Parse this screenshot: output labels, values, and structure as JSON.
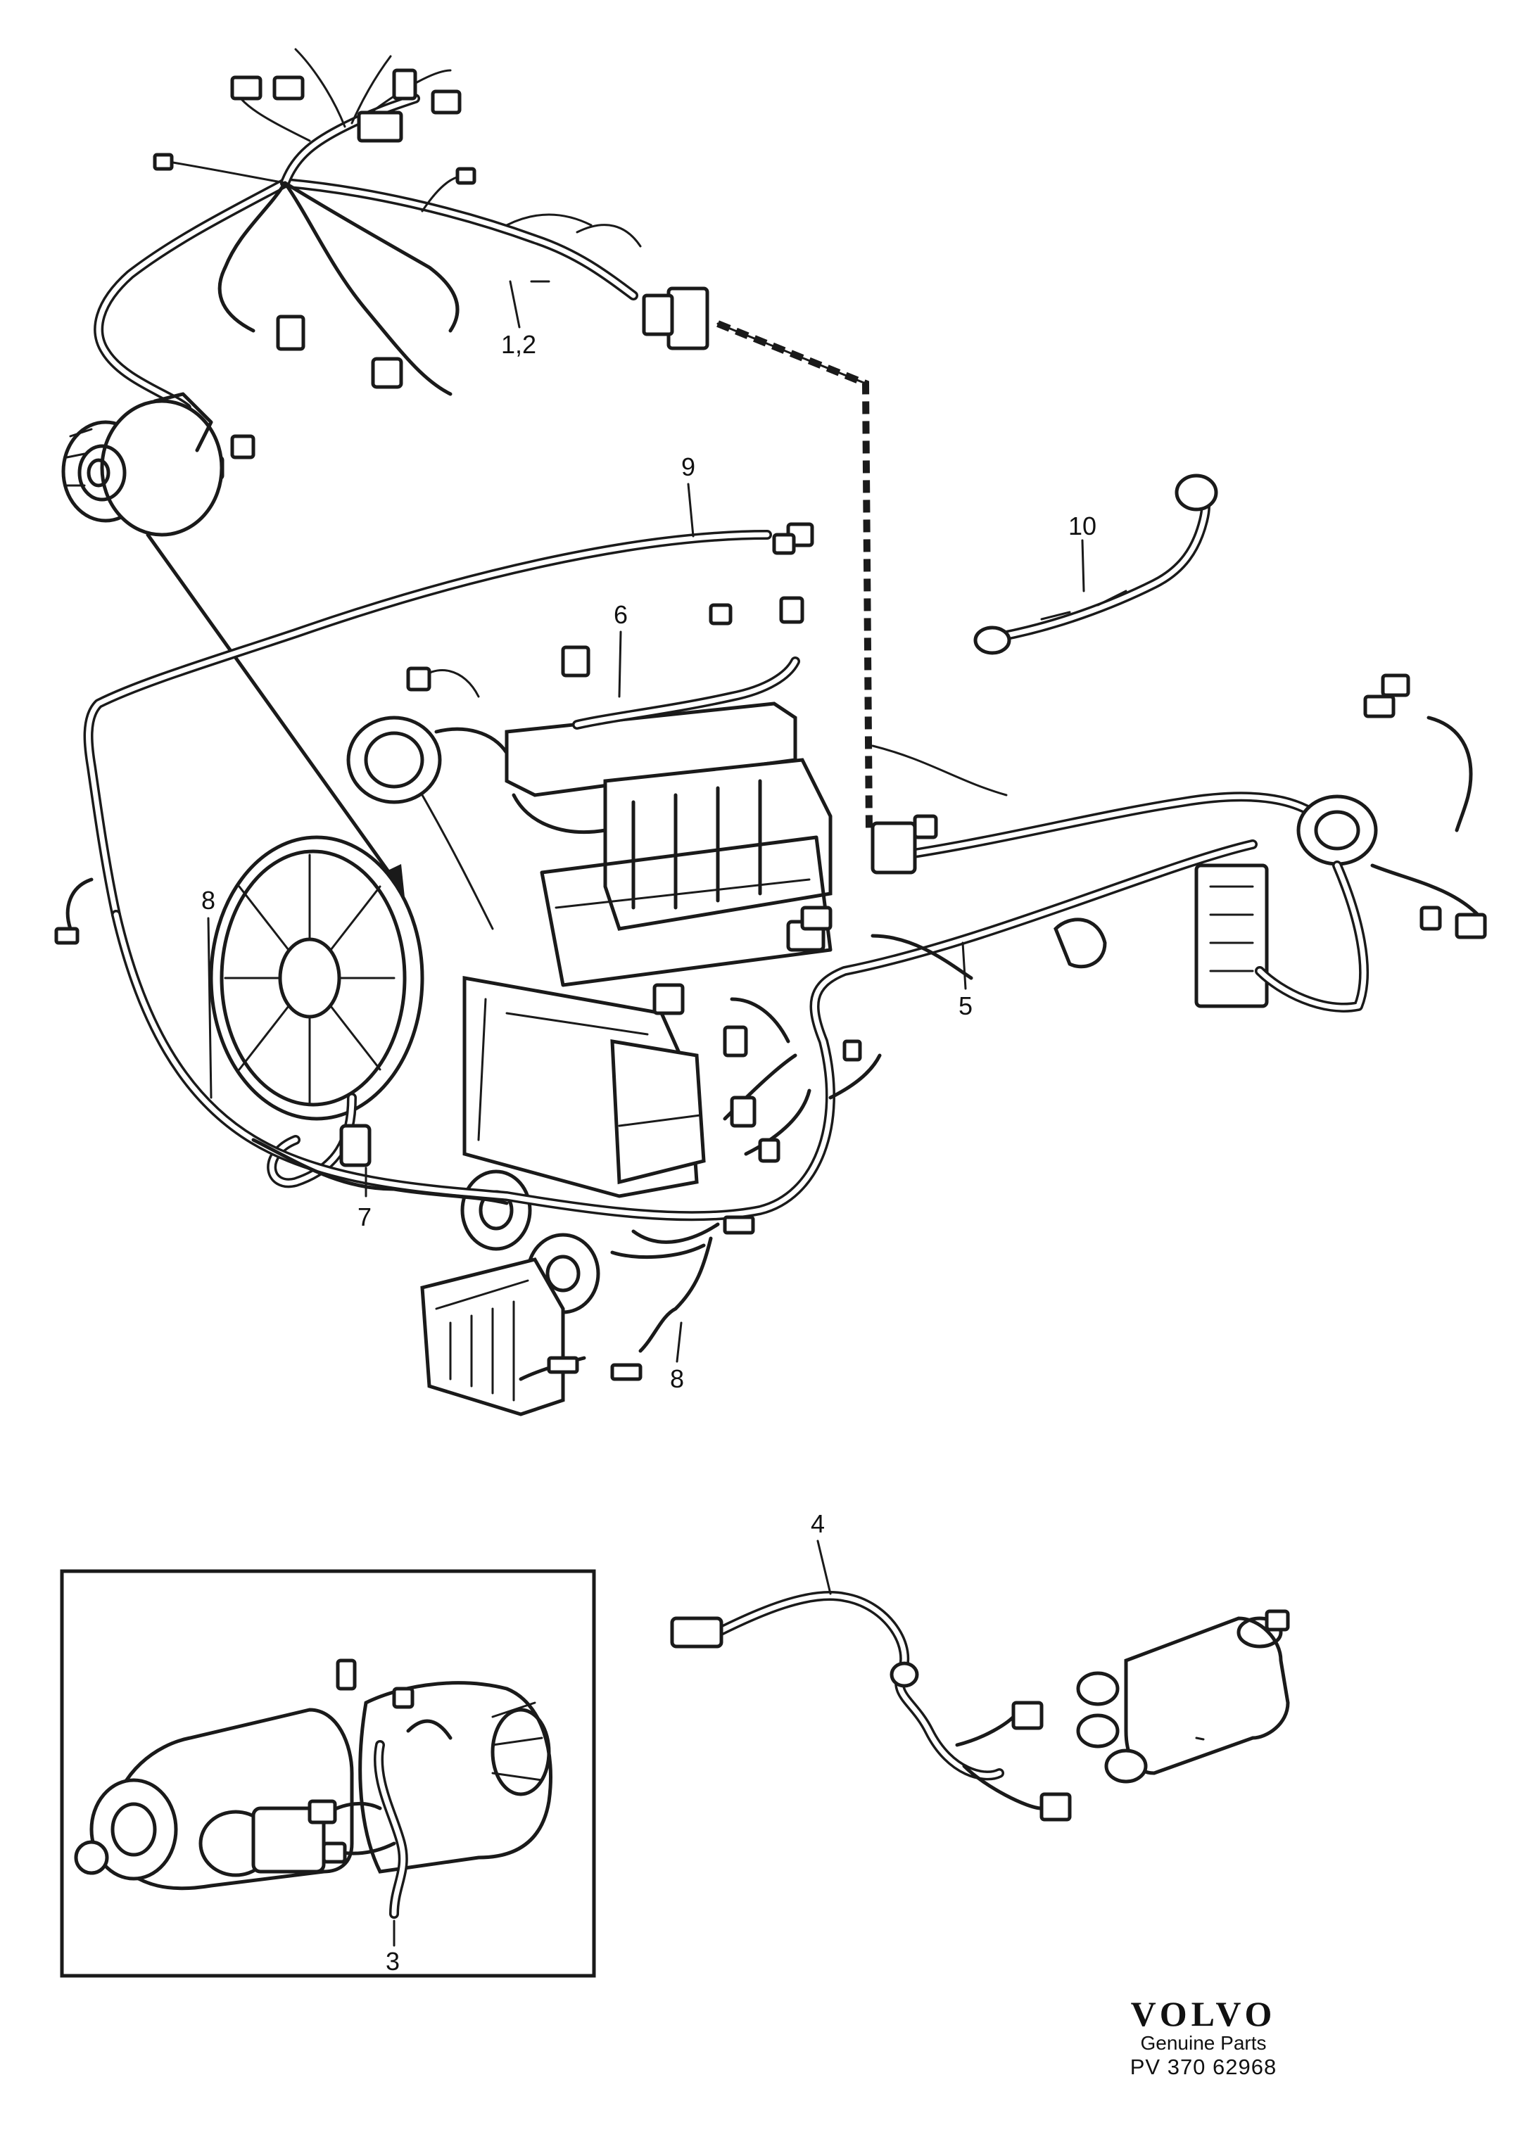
{
  "callouts": {
    "harness_main": "1,2",
    "starter_harness": "3",
    "ignition_lead": "4",
    "front_harness": "5",
    "engine_harness": "6",
    "fan_lead": "7",
    "horn_lead_left": "8",
    "horn_lead_right": "8",
    "sensor_lead": "9",
    "battery_cable": "10"
  },
  "brand": {
    "name": "VOLVO",
    "subtitle": "Genuine Parts",
    "code": "PV 370  62968"
  }
}
